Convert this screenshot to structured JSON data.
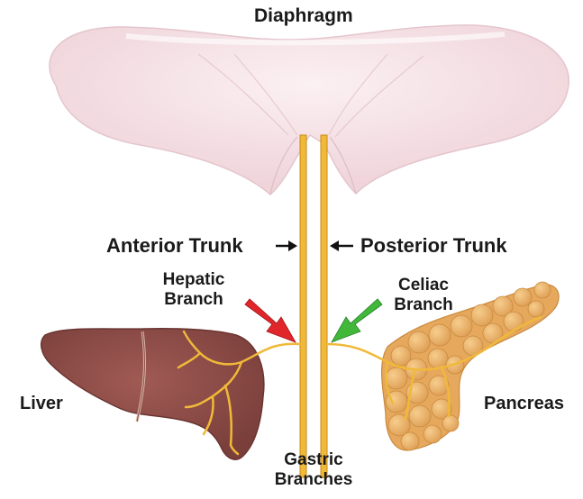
{
  "labels": {
    "diaphragm": "Diaphragm",
    "anterior_trunk": "Anterior Trunk",
    "posterior_trunk": "Posterior Trunk",
    "hepatic_branch_line1": "Hepatic",
    "hepatic_branch_line2": "Branch",
    "celiac_branch_line1": "Celiac",
    "celiac_branch_line2": "Branch",
    "liver": "Liver",
    "pancreas": "Pancreas",
    "gastric_line1": "Gastric",
    "gastric_line2": "Branches"
  },
  "colors": {
    "diaphragm_fill": "#f3dde2",
    "diaphragm_stroke": "#e2c3cb",
    "nerve": "#f0b93a",
    "nerve_edge": "#c98a14",
    "liver": "#8f4e49",
    "pancreas": "#eab36a",
    "hepatic_arrow": "#e0262b",
    "celiac_arrow": "#41b83a",
    "trunk_arrow": "#111111",
    "text": "#1a1a1a"
  }
}
